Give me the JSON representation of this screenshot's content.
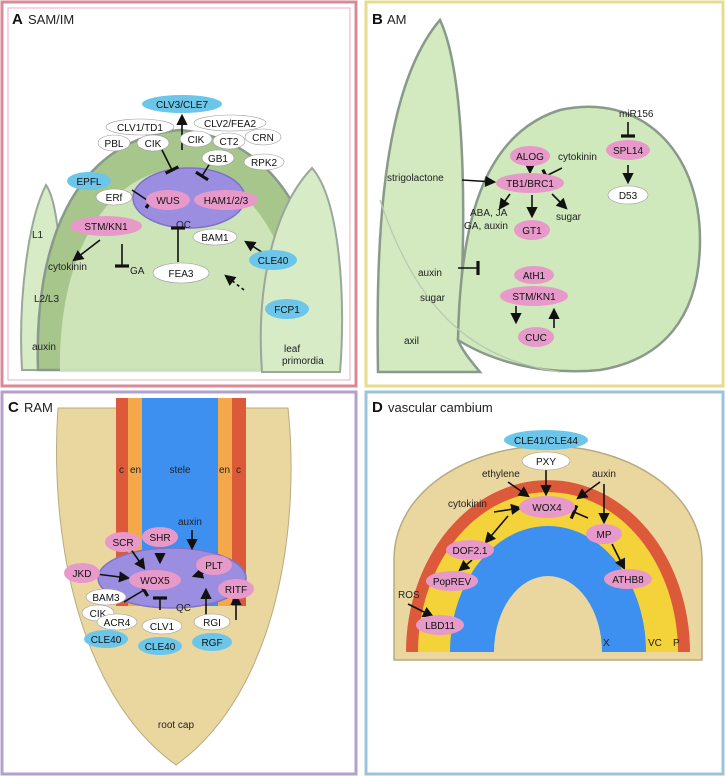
{
  "panels": {
    "A": {
      "letter": "A",
      "title": "SAM/IM",
      "frame_color": "#d98a96",
      "zones": {
        "L1": "L1",
        "L2L3": "L2/L3",
        "auxin": "auxin",
        "leaf1": "leaf",
        "leaf2": "primordia",
        "OC": "OC",
        "cytokinin": "cytokinin",
        "GA": "GA"
      },
      "nodes": {
        "CLV3": "CLV3/CLE7",
        "CLV1": "CLV1/TD1",
        "CLV2": "CLV2/FEA2",
        "PBL": "PBL",
        "CIK_l": "CIK",
        "CIK_c": "CIK",
        "CT2": "CT2",
        "CRN": "CRN",
        "GB1": "GB1",
        "RPK2": "RPK2",
        "EPFL": "EPFL",
        "ERf": "ERf",
        "WUS": "WUS",
        "HAM": "HAM1/2/3",
        "STM": "STM/KN1",
        "BAM1": "BAM1",
        "CLE40": "CLE40",
        "FEA3": "FEA3",
        "FCP1": "FCP1"
      }
    },
    "B": {
      "letter": "B",
      "title": "AM",
      "frame_color": "#e8dc8c",
      "zones": {
        "miR156": "miR156",
        "cytokinin": "cytokinin",
        "strigolactone": "strigolactone",
        "aba1": "ABA, JA",
        "aba2": "GA, auxin",
        "sugar1": "sugar",
        "auxin": "auxin",
        "sugar2": "sugar",
        "axil": "axil"
      },
      "nodes": {
        "SPL14": "SPL14",
        "D53": "D53",
        "ALOG": "ALOG",
        "TB1": "TB1/BRC1",
        "GT1": "GT1",
        "AtH1": "AtH1",
        "STM": "STM/KN1",
        "CUC": "CUC"
      }
    },
    "C": {
      "letter": "C",
      "title": "RAM",
      "frame_color": "#b4a0cc",
      "zones": {
        "c1": "c",
        "en1": "en",
        "stele": "stele",
        "en2": "en",
        "c2": "c",
        "auxin": "auxin",
        "QC": "QC",
        "rootcap": "root cap"
      },
      "nodes": {
        "SCR": "SCR",
        "SHR": "SHR",
        "JKD": "JKD",
        "WOX5": "WOX5",
        "PLT": "PLT",
        "RITF": "RITF",
        "BAM3": "BAM3",
        "CIK": "CIK",
        "ACR4": "ACR4",
        "CLV1": "CLV1",
        "RGI": "RGI",
        "CLE40a": "CLE40",
        "CLE40b": "CLE40",
        "RGF": "RGF"
      }
    },
    "D": {
      "letter": "D",
      "title": "vascular cambium",
      "frame_color": "#9cc4d8",
      "zones": {
        "ethylene": "ethylene",
        "auxin": "auxin",
        "cytokinin": "cytokinin",
        "ROS": "ROS",
        "X": "X",
        "VC": "VC",
        "P": "P"
      },
      "nodes": {
        "CLE41": "CLE41/CLE44",
        "PXY": "PXY",
        "WOX4": "WOX4",
        "MP": "MP",
        "DOF": "DOF2.1",
        "PopREV": "PopREV",
        "ATHB8": "ATHB8",
        "LBD11": "LBD11"
      }
    }
  },
  "colors": {
    "pink": "#e79ac9",
    "blue": "#6cc6ea",
    "white": "#ffffff",
    "purple": "#9b8ee0",
    "green_light": "#cfe7b8",
    "green_dark": "#a9c98c",
    "stele_blue": "#3d8ff0",
    "cortex_red": "#dc5a3a",
    "endo_orange": "#f4a84a",
    "root_tan": "#ead7a0",
    "cambium_yellow": "#f4d23a"
  }
}
